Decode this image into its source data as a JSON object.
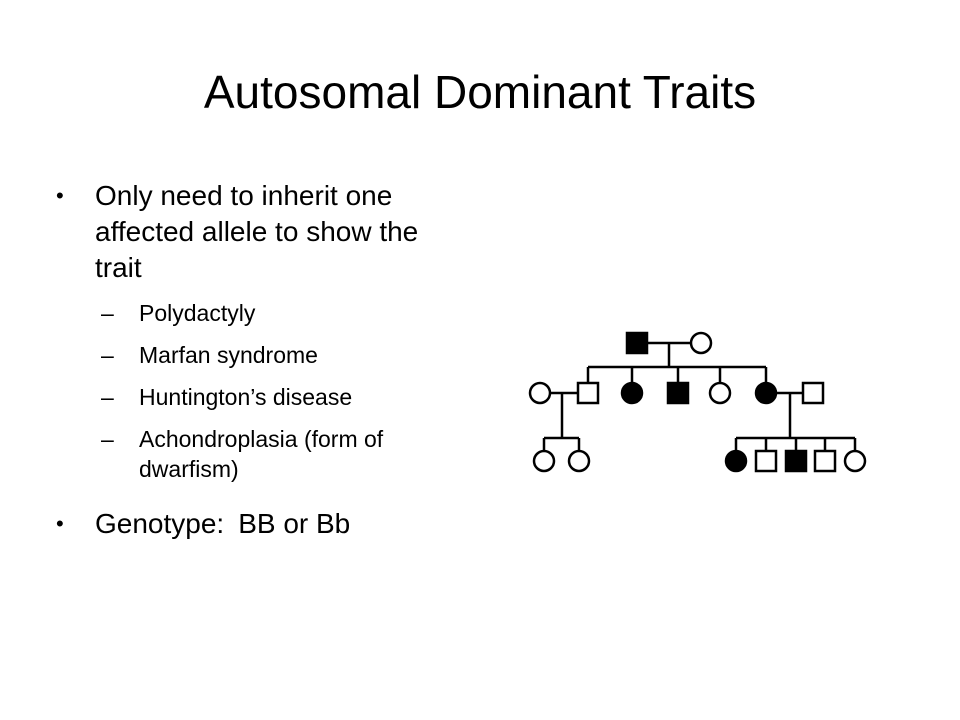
{
  "title": "Autosomal Dominant Traits",
  "bullets": [
    {
      "text": "Only need to inherit one affected allele to show the trait",
      "subitems": [
        "Polydactyly",
        "Marfan syndrome",
        "Huntington’s disease",
        "Achondroplasia (form of dwarfism)"
      ]
    },
    {
      "label": "Genotype:",
      "value": "BB or Bb"
    }
  ],
  "bullet_char": "•",
  "dash_char": "–",
  "pedigree": {
    "generations": [
      {
        "id": "I",
        "members": [
          {
            "id": "I-1",
            "sex": "male",
            "affected": true
          },
          {
            "id": "I-2",
            "sex": "female",
            "affected": false
          }
        ]
      },
      {
        "id": "II",
        "members": [
          {
            "id": "II-1",
            "sex": "female",
            "affected": false,
            "spouse": true
          },
          {
            "id": "II-2",
            "sex": "male",
            "affected": false
          },
          {
            "id": "II-3",
            "sex": "female",
            "affected": true
          },
          {
            "id": "II-4",
            "sex": "male",
            "affected": true
          },
          {
            "id": "II-5",
            "sex": "female",
            "affected": false
          },
          {
            "id": "II-6",
            "sex": "female",
            "affected": true
          },
          {
            "id": "II-7",
            "sex": "male",
            "affected": false,
            "spouse": true
          }
        ]
      },
      {
        "id": "III",
        "members": [
          {
            "id": "III-1",
            "sex": "female",
            "affected": false
          },
          {
            "id": "III-2",
            "sex": "female",
            "affected": false
          },
          {
            "id": "III-3",
            "sex": "female",
            "affected": true
          },
          {
            "id": "III-4",
            "sex": "male",
            "affected": false
          },
          {
            "id": "III-5",
            "sex": "male",
            "affected": true
          },
          {
            "id": "III-6",
            "sex": "male",
            "affected": false
          },
          {
            "id": "III-7",
            "sex": "female",
            "affected": false
          }
        ]
      }
    ],
    "colors": {
      "line": "#000000",
      "affected_fill": "#000000",
      "unaffected_fill": "#ffffff"
    }
  }
}
